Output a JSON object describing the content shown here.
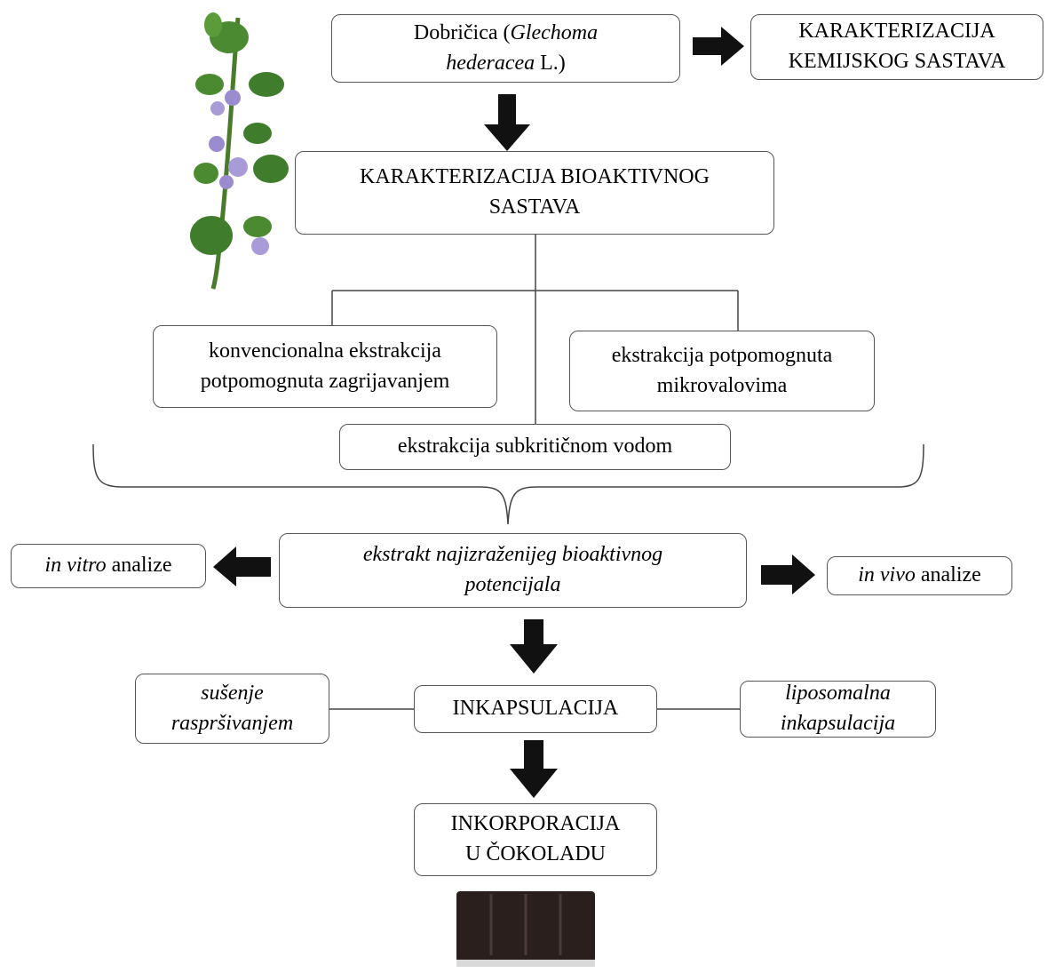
{
  "nodes": {
    "source_plant_pre": "Dobričica (",
    "source_latin_1": "Glechoma",
    "source_latin_2": "hederacea",
    "source_post": " L.)",
    "chem_line1": "KARAKTERIZACIJA",
    "chem_line2": "KEMIJSKOG SASTAVA",
    "bio_line1": "KARAKTERIZACIJA BIOAKTIVNOG",
    "bio_line2": "SASTAVA",
    "conv_line1": "konvencionalna ekstrakcija",
    "conv_line2": "potpomognuta zagrijavanjem",
    "micro_line1": "ekstrakcija potpomognuta",
    "micro_line2": "mikrovalovima",
    "subcrit": "ekstrakcija subkritičnom vodom",
    "extract_line1": "ekstrakt najizraženijeg bioaktivnog",
    "extract_line2": "potencijala",
    "invitro_em": "in vitro",
    "invitro_rest": " analize",
    "invivo_em": "in vivo",
    "invivo_rest": " analize",
    "encaps": "INKAPSULACIJA",
    "spray_line1": "sušenje",
    "spray_line2": "raspršivanjem",
    "lipo_line1": "liposomalna",
    "lipo_line2": "inkapsulacija",
    "incorp_line1": "INKORPORACIJA",
    "incorp_line2": "U ČOKOLADU"
  },
  "colors": {
    "arrow": "#111111",
    "border": "#555555",
    "leaf": "#3f7d2c",
    "flower": "#9b8ccf",
    "chocolate": "#2a1f1d"
  },
  "icons": {
    "plant": "ground-ivy-plant-illustration",
    "chocolate": "chocolate-bar-illustration"
  }
}
